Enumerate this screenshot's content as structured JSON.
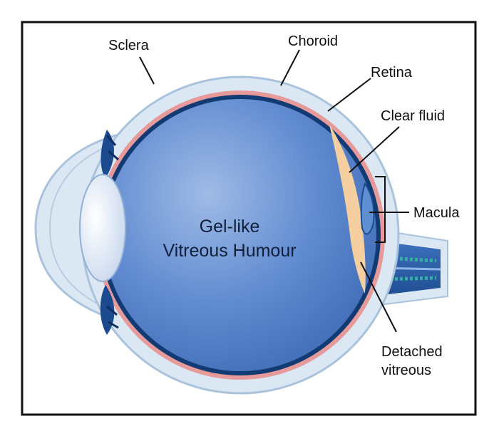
{
  "diagram": {
    "labels": {
      "sclera": "Sclera",
      "choroid": "Choroid",
      "retina": "Retina",
      "clear_fluid": "Clear fluid",
      "macula": "Macula",
      "detached_line1": "Detached",
      "detached_line2": "vitreous",
      "center_line1": "Gel-like",
      "center_line2": "Vitreous Humour"
    },
    "colors": {
      "frame": "#111111",
      "sclera_fill": "#dbe8f4",
      "sclera_edge": "#a9c3dd",
      "choroid": "#e79a9a",
      "retina": "#123a73",
      "vitreous": "#4b79c4",
      "vitreous_light": "#9fbbe6",
      "lens": "#e8eef8",
      "clear_fluid": "#f6cfa0",
      "optic_nerve": "#2d5fa8",
      "nerve_fibers": "#33b0a0"
    }
  }
}
